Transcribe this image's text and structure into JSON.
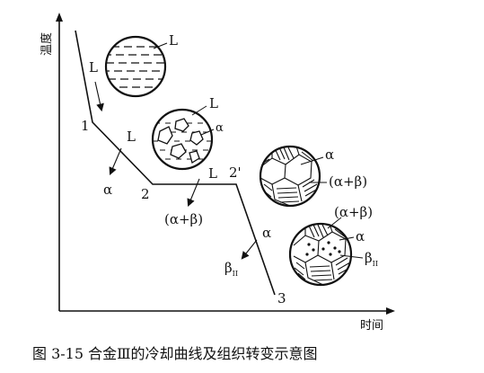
{
  "axes": {
    "y_label": "温度",
    "x_label": "时间"
  },
  "curve_points": {
    "p1": "1",
    "p2": "2",
    "p2prime": "2'",
    "p3": "3"
  },
  "stage_labels": {
    "L_top": "L",
    "L_mid": "L",
    "alpha_left": "α",
    "L_flat": "L",
    "alpha_beta_flat": "(α+β)",
    "alpha_right": "α",
    "beta_II": "β",
    "beta_II_sub": "II"
  },
  "circle_labels": {
    "c1_L": "L",
    "c2_L": "L",
    "c2_alpha": "α",
    "c3_alpha": "α",
    "c3_alpha_beta": "(α+β)",
    "c4_alpha_beta": "(α+β)",
    "c4_alpha": "α",
    "c4_beta": "β",
    "c4_beta_sub": "II"
  },
  "caption": {
    "text": "图 3-15   合金Ⅲ的冷却曲线及组织转变示意图"
  }
}
